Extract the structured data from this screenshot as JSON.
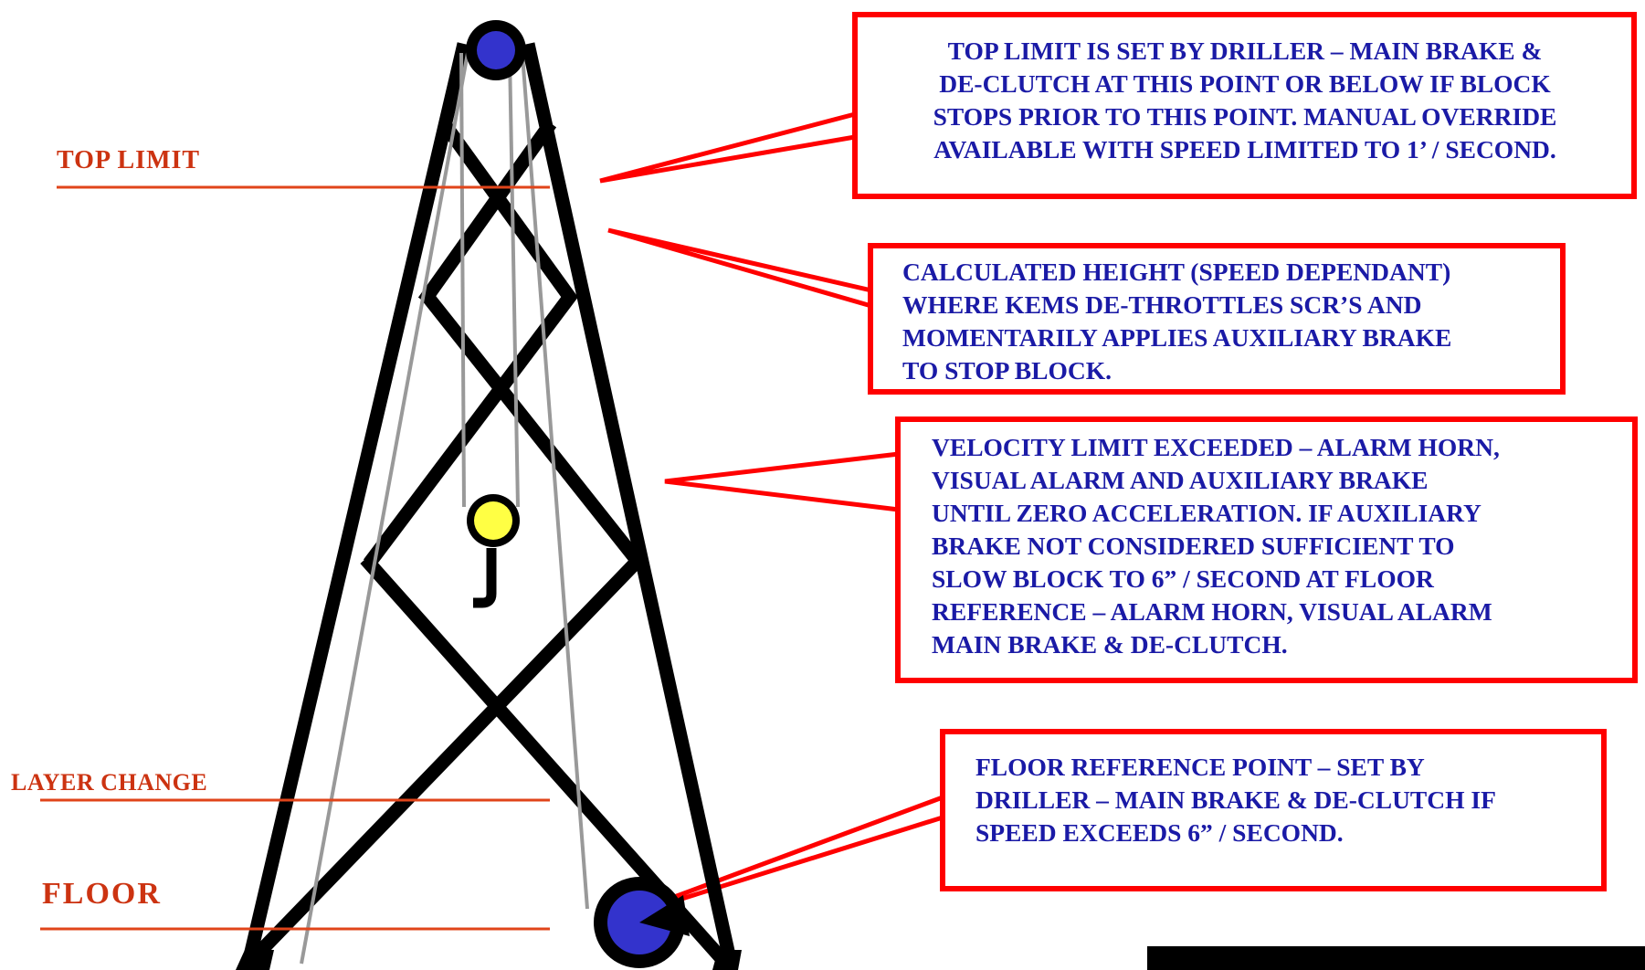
{
  "labels": {
    "top_limit": "TOP LIMIT",
    "layer_change": "LAYER CHANGE",
    "floor": "FLOOR"
  },
  "callouts": [
    {
      "lines": [
        "TOP LIMIT IS SET BY DRILLER – MAIN BRAKE &",
        "DE-CLUTCH AT THIS POINT OR BELOW IF BLOCK",
        "STOPS PRIOR TO THIS POINT. MANUAL OVERRIDE",
        "AVAILABLE WITH SPEED LIMITED TO 1’ / SECOND."
      ]
    },
    {
      "lines": [
        "CALCULATED HEIGHT (SPEED DEPENDANT)",
        "WHERE KEMS DE-THROTTLES SCR’S AND",
        "MOMENTARILY APPLIES AUXILIARY BRAKE",
        "TO STOP BLOCK."
      ]
    },
    {
      "lines": [
        "VELOCITY LIMIT EXCEEDED – ALARM HORN,",
        "VISUAL ALARM AND AUXILIARY BRAKE",
        "UNTIL ZERO ACCELERATION. IF AUXILIARY",
        "BRAKE NOT CONSIDERED SUFFICIENT TO",
        "SLOW BLOCK TO 6” / SECOND AT FLOOR",
        "REFERENCE – ALARM HORN, VISUAL ALARM",
        "MAIN BRAKE & DE-CLUTCH."
      ]
    },
    {
      "lines": [
        "FLOOR REFERENCE POINT – SET BY",
        "DRILLER – MAIN BRAKE & DE-CLUTCH IF",
        "SPEED EXCEEDS 6” / SECOND."
      ]
    }
  ],
  "colors": {
    "callout_border": "#ff0000",
    "callout_text": "#1a1aa6",
    "level_label": "#cc3311",
    "level_line": "#e0441a",
    "derrick": "#000000",
    "cable": "#999999",
    "sheave": "#3333cc",
    "block": "#ffff44"
  },
  "icons": {
    "crown_block": "crown-block-icon",
    "travelling_block": "travelling-block-icon",
    "drawworks_drum": "drawworks-drum-icon"
  }
}
